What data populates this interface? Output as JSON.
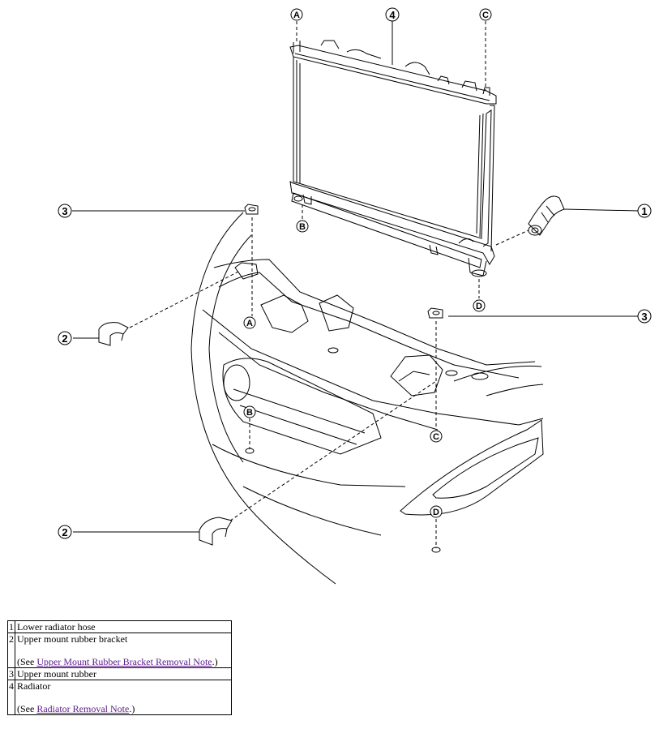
{
  "diagram": {
    "callouts": [
      "1",
      "2",
      "2",
      "3",
      "3",
      "4"
    ],
    "reference_letters": [
      "A",
      "B",
      "C",
      "D",
      "A",
      "B",
      "C",
      "D"
    ]
  },
  "parts": [
    {
      "number": "1",
      "name": "Lower radiator hose",
      "note_prefix": "",
      "note_link": "",
      "note_suffix": ""
    },
    {
      "number": "2",
      "name": "Upper mount rubber bracket",
      "note_prefix": "(See ",
      "note_link": "Upper Mount Rubber Bracket Removal Note",
      "note_suffix": ".)"
    },
    {
      "number": "3",
      "name": "Upper mount rubber",
      "note_prefix": "",
      "note_link": "",
      "note_suffix": ""
    },
    {
      "number": "4",
      "name": "Radiator",
      "note_prefix": "(See ",
      "note_link": "Radiator Removal Note",
      "note_suffix": ".)"
    }
  ],
  "colors": {
    "link": "#5b1b8c",
    "line": "#000000"
  }
}
